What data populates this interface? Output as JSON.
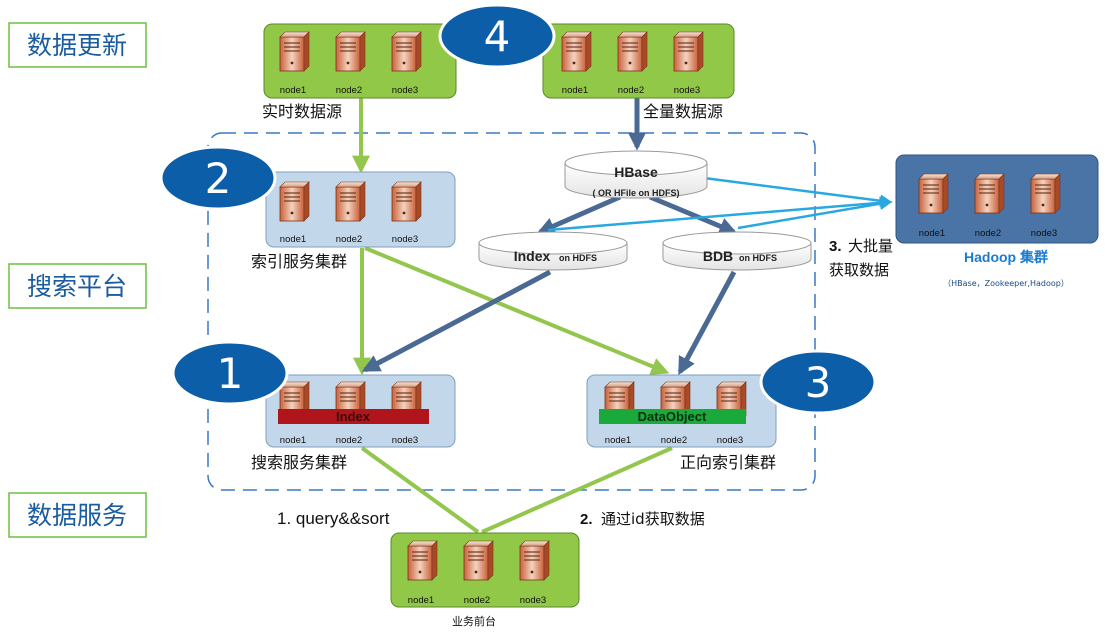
{
  "side_labels": {
    "data_update": "数据更新",
    "search_platform": "搜索平台",
    "data_service": "数据服务"
  },
  "node_labels": [
    "node1",
    "node2",
    "node3"
  ],
  "clusters": {
    "realtime_source": "实时数据源",
    "full_source": "全量数据源",
    "index_service": "索引服务集群",
    "search_service": "搜索服务集群",
    "forward_index": "正向索引集群",
    "business_frontend": "业务前台",
    "hadoop": "Hadoop 集群",
    "hadoop_sub": "（HBase，Zookeeper,Hadoop）"
  },
  "databases": {
    "hbase_title": "HBase",
    "hbase_sub": "( OR HFile on HDFS)",
    "index_title": "Index",
    "index_sub": "on HDFS",
    "bdb_title": "BDB",
    "bdb_sub": "on HDFS"
  },
  "bars": {
    "index_bar": "Index",
    "dataobject_bar": "DataObject"
  },
  "badges": {
    "b1": "1",
    "b2": "2",
    "b3": "3",
    "b4": "4"
  },
  "steps": {
    "step1": "1. query&&sort",
    "step2_num": "2.",
    "step2_text": "通过id获取数据",
    "step3_num": "3.",
    "step3_line1": "大批量",
    "step3_line2": "获取数据"
  },
  "colors": {
    "green_box": "#92c847",
    "blue_box": "#c3d7ea",
    "hadoop_box": "#4a74a6",
    "badge": "#0d5ea8",
    "arrow_green": "#92c64d",
    "arrow_blue": "#4a6a94",
    "arrow_cyan": "#29a8e0",
    "index_bar": "#b0151b",
    "dataobject_bar": "#1aaa3c"
  }
}
